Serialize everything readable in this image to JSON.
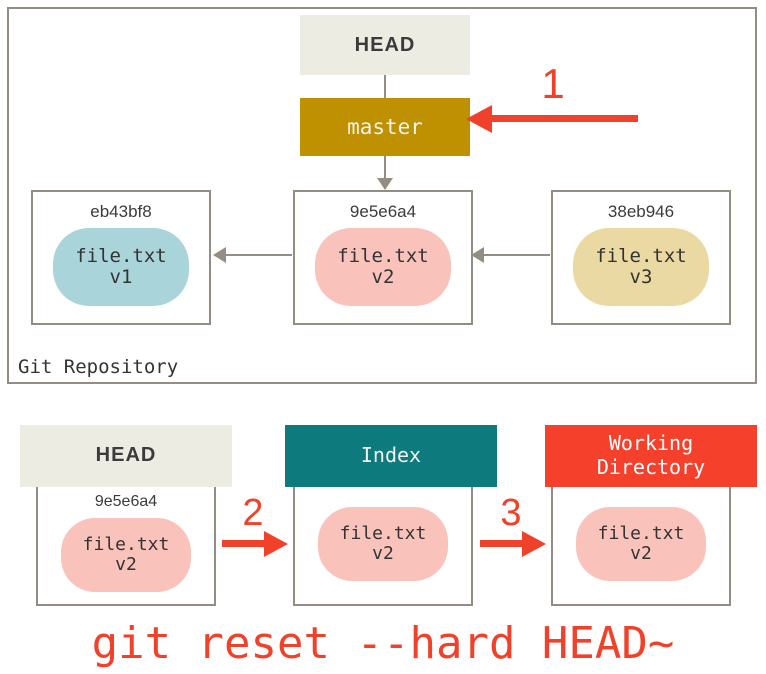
{
  "diagram": {
    "title": "git reset --hard HEAD~",
    "command_caption": "git reset --hard HEAD~",
    "colors": {
      "red": "#f0412a",
      "working_directory": "#f5402c",
      "index_teal": "#0d7a7d",
      "head_beige": "#ececE3",
      "master_gold": "#bf9000",
      "blob_v1": "#a8d4da",
      "blob_v2": "#f9c3bb",
      "blob_v3": "#ebd9a4",
      "outline_grey": "#948d84"
    }
  },
  "repository": {
    "label": "Git Repository",
    "head_label": "HEAD",
    "branch_label": "master",
    "commits": [
      {
        "hash": "eb43bf8",
        "file": "file.txt",
        "version": "v1",
        "color": "#a8d4da"
      },
      {
        "hash": "9e5e6a4",
        "file": "file.txt",
        "version": "v2",
        "color": "#f9c3bb"
      },
      {
        "hash": "38eb946",
        "file": "file.txt",
        "version": "v3",
        "color": "#ebd9a4"
      }
    ]
  },
  "steps": {
    "one": "1",
    "two": "2",
    "three": "3"
  },
  "areas": [
    {
      "name": "HEAD",
      "title_line1": "HEAD",
      "title_line2": "",
      "hash": "9e5e6a4",
      "file": "file.txt",
      "version": "v2"
    },
    {
      "name": "Index",
      "title_line1": "Index",
      "title_line2": "",
      "hash": "",
      "file": "file.txt",
      "version": "v2"
    },
    {
      "name": "Working Directory",
      "title_line1": "Working",
      "title_line2": "Directory",
      "hash": "",
      "file": "file.txt",
      "version": "v2"
    }
  ]
}
